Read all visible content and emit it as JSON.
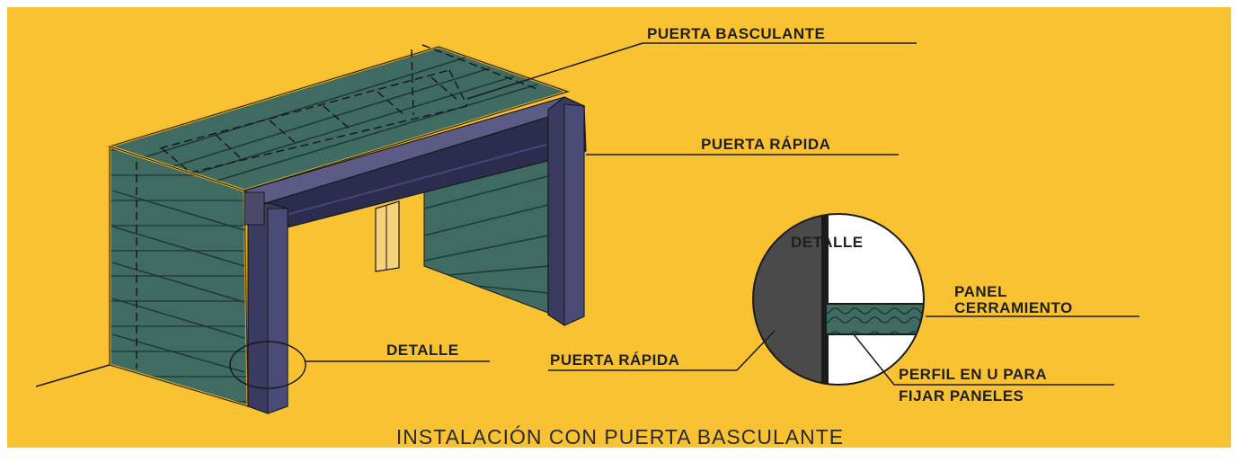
{
  "colors": {
    "background": "#f8c232",
    "panel": "#3f6b63",
    "frame": "#2c2c4f",
    "outline": "#1a1a1a"
  },
  "labels": {
    "puerta_basculante": "PUERTA BASCULANTE",
    "puerta_rapida_top": "PUERTA RÁPIDA",
    "detalle_left": "DETALLE",
    "detalle_title": "DETALLE",
    "panel_line1": "PANEL",
    "panel_line2": "CERRAMIENTO",
    "puerta_rapida_detail": "PUERTA RÁPIDA",
    "perfil_line1": "PERFIL EN U PARA",
    "perfil_line2": "FIJAR PANELES"
  },
  "caption": "INSTALACIÓN CON PUERTA BASCULANTE"
}
